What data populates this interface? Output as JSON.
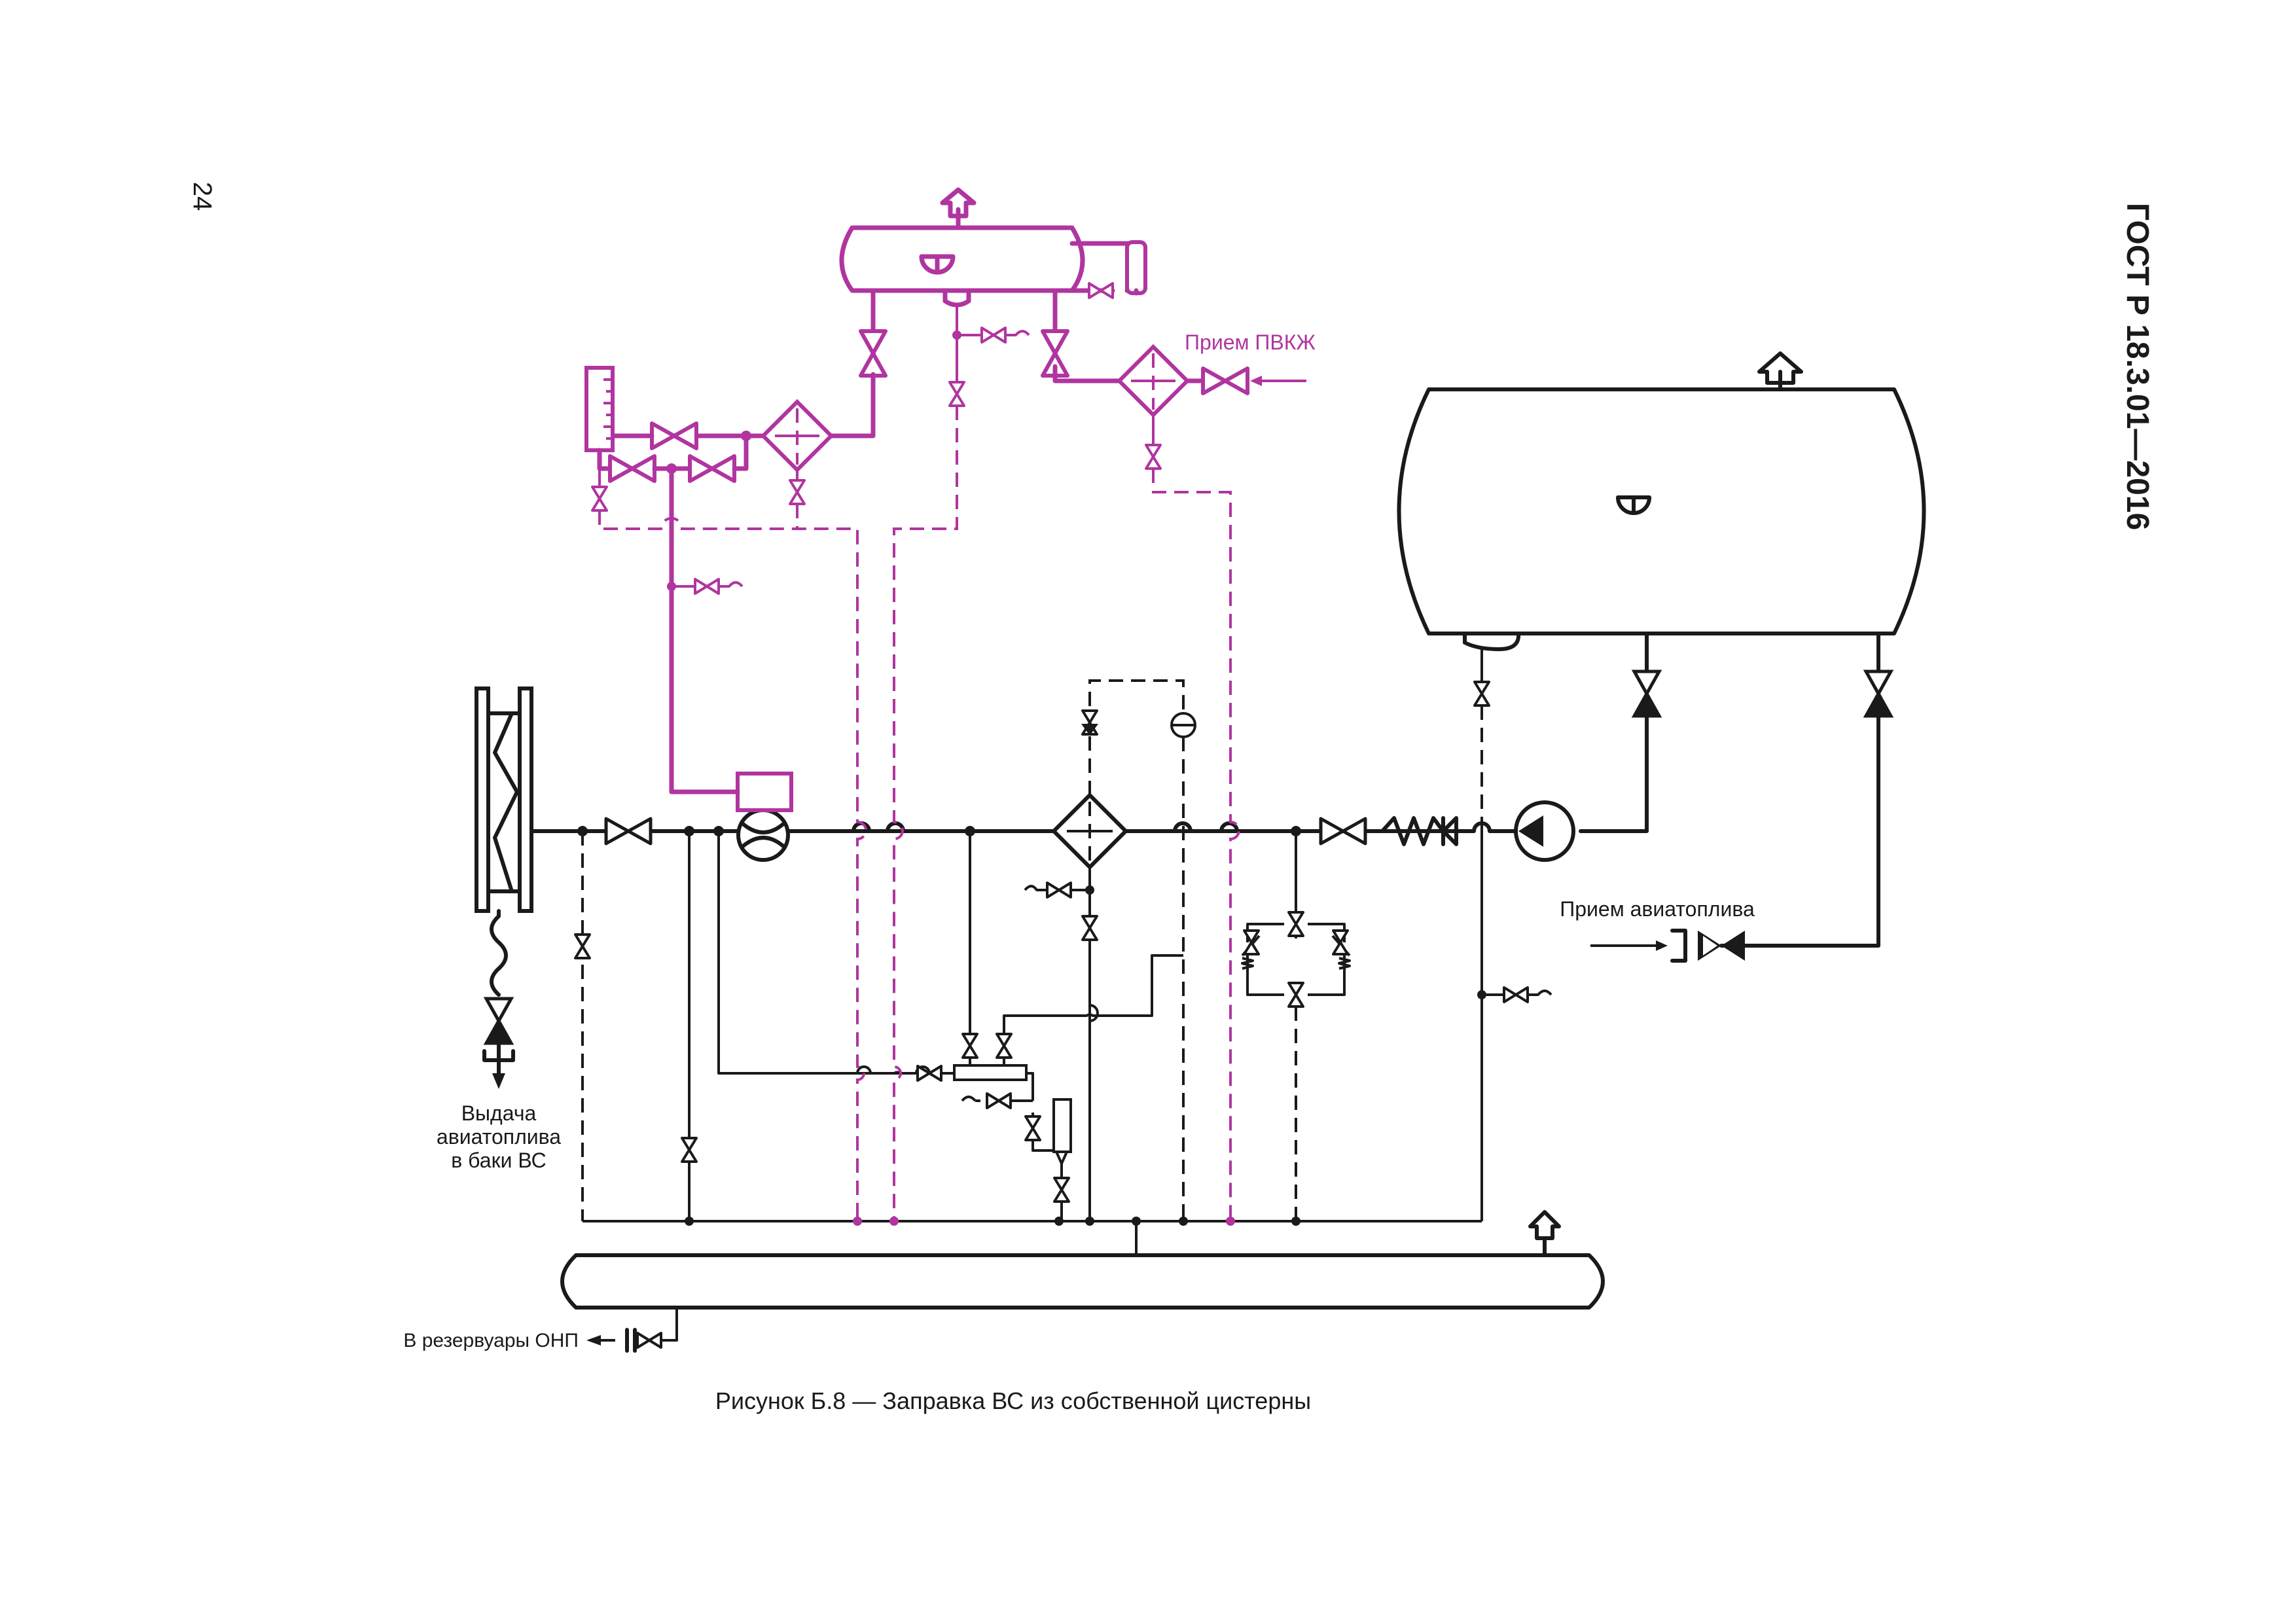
{
  "header": {
    "page_number": "24",
    "standard": "ГОСТ Р 18.3.01—2016"
  },
  "figure": {
    "caption": "Рисунок Б.8 — Заправка ВС из собственной цистерны"
  },
  "labels": {
    "fuel_output": [
      "Выдача",
      "авиатоплива",
      "в баки ВС"
    ],
    "fuel_intake": "Прием авиатоплива",
    "pvkzh_intake": "Прием ПВКЖ",
    "to_tanks": "В резервуары ОНП"
  },
  "colors": {
    "main_line": "#1a1a1a",
    "pvkzh_line": "#b0359f"
  }
}
